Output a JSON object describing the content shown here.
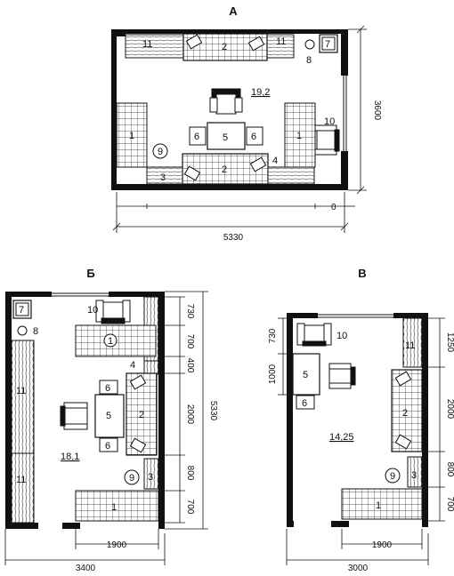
{
  "plans": {
    "a": {
      "title": "А",
      "area": "19,2",
      "dims": {
        "width": "5330",
        "height": "3600",
        "zero": "0"
      },
      "items": {
        "n1": "1",
        "n2": "2",
        "n3": "3",
        "n4": "4",
        "n5": "5",
        "n6": "6",
        "n7": "7",
        "n8": "8",
        "n9": "9",
        "n10": "10",
        "n11": "11"
      }
    },
    "b": {
      "title": "Б",
      "area": "18,1",
      "dims": {
        "d730": "730",
        "d700": "700",
        "d400": "400",
        "d2000": "2000",
        "d800": "800",
        "d700b": "700",
        "d5330": "5330",
        "d1900": "1900",
        "d3400": "3400"
      },
      "items": {
        "n1": "1",
        "n2": "2",
        "n3": "3",
        "n4": "4",
        "n5": "5",
        "n6": "6",
        "n7": "7",
        "n8": "8",
        "n9": "9",
        "n10": "10",
        "n11": "11"
      }
    },
    "v": {
      "title": "В",
      "area": "14,25",
      "dims": {
        "d730": "730",
        "d1000": "1000",
        "d1250": "1250",
        "d2000": "2000",
        "d800": "800",
        "d700": "700",
        "d1900": "1900",
        "d3000": "3000"
      },
      "items": {
        "n1": "1",
        "n2": "2",
        "n3": "3",
        "n5": "5",
        "n6": "6",
        "n9": "9",
        "n10": "10",
        "n11": "11"
      }
    }
  }
}
